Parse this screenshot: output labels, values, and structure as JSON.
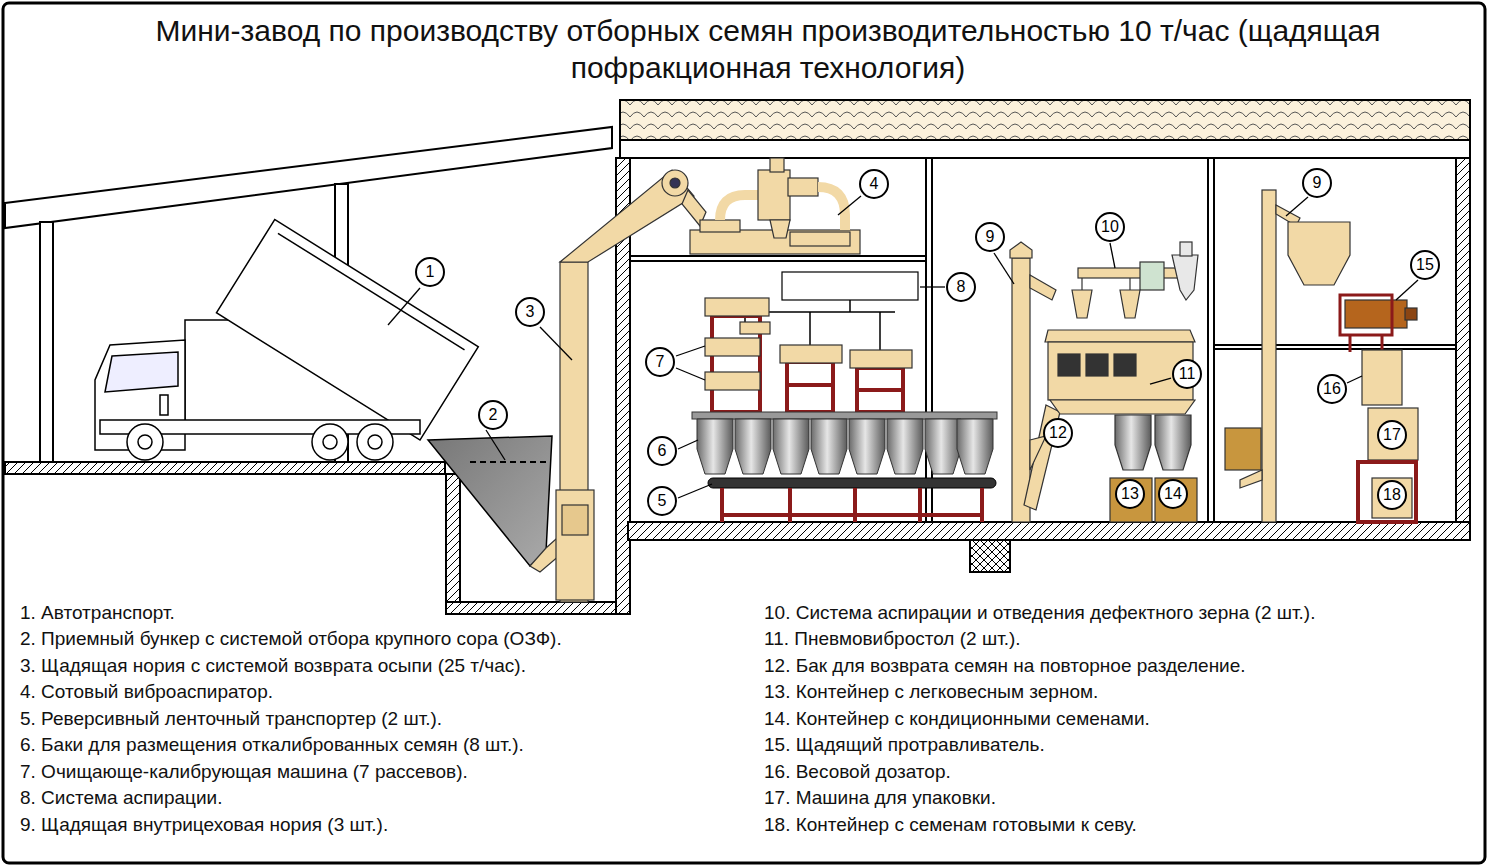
{
  "diagram": {
    "title": "Мини-завод по производству отборных семян производительностью 10 т/час (щадящая пофракционная технология)",
    "nodes": [
      {
        "text": [
          "1"
        ]
      },
      {
        "text": [
          "2"
        ]
      },
      {
        "text": [
          "3"
        ]
      },
      {
        "text": [
          "4"
        ]
      },
      {
        "text": [
          "5"
        ]
      },
      {
        "text": [
          "6"
        ]
      },
      {
        "text": [
          "7"
        ]
      },
      {
        "text": [
          "8"
        ]
      },
      {
        "text": [
          "9"
        ]
      },
      {
        "text": [
          "9"
        ]
      },
      {
        "text": [
          "10"
        ]
      },
      {
        "text": [
          "11"
        ]
      },
      {
        "text": [
          "12"
        ]
      },
      {
        "text": [
          "13"
        ]
      },
      {
        "text": [
          "14"
        ]
      },
      {
        "text": [
          "15"
        ]
      },
      {
        "text": [
          "16"
        ]
      },
      {
        "text": [
          "17"
        ]
      },
      {
        "text": [
          "18"
        ]
      }
    ],
    "labels": [
      "1. Автотранспорт.",
      "2. Приемный бункер с системой отбора крупного сора (ОЗФ).",
      "3. Щадящая нория с системой возврата осыпи (25 т/час).",
      "4. Сотовый виброаспиратор.",
      "5. Реверсивный ленточный транспортер (2 шт.).",
      "6. Баки для размещения откалиброванных семян (8 шт.).",
      "7. Очищающе-калибрующая машина (7 рассевов).",
      "8. Система аспирации.",
      "9. Щадящая внутрицеховая нория (3 шт.).",
      "10. Система аспирации и отведения дефектного зерна (2 шт.).",
      "11. Пневмовибростол (2 шт.).",
      "12. Бак для возврата семян на повторное разделение.",
      "13. Контейнер с легковесным зерном.",
      "14. Контейнер с кондиционными семенами.",
      "15. Щадящий протравливатель.",
      "16. Весовой дозатор.",
      "17. Машина для упаковки.",
      "18. Контейнер с семенам готовыми к севу."
    ]
  }
}
